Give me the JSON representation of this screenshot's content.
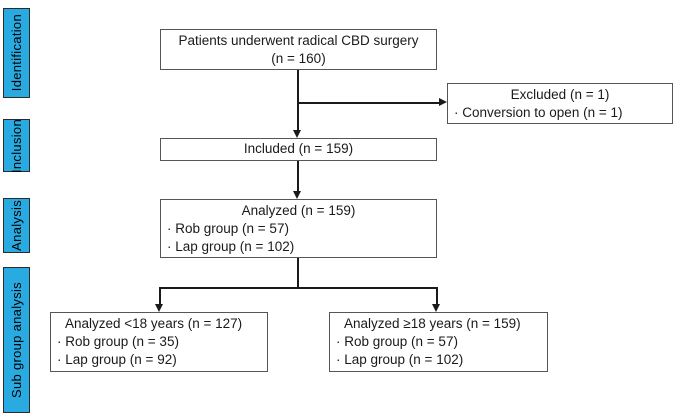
{
  "stages": [
    {
      "label": "Identification"
    },
    {
      "label": "Inclusion"
    },
    {
      "label": "Analysis"
    },
    {
      "label": "Sub group analysis"
    }
  ],
  "boxes": {
    "surgery": {
      "line1": "Patients underwent radical CBD surgery",
      "line2": "(n = 160)"
    },
    "excluded": {
      "title": "Excluded (n = 1)",
      "items": [
        "· Conversion to open (n = 1)"
      ]
    },
    "included": {
      "title": "Included (n = 159)"
    },
    "analyzed": {
      "title": "Analyzed (n = 159)",
      "items": [
        "· Rob group (n = 57)",
        "· Lap group (n = 102)"
      ]
    },
    "under18": {
      "title": "Analyzed <18 years (n = 127)",
      "items": [
        "· Rob group (n = 35)",
        "· Lap group (n = 92)"
      ]
    },
    "over18": {
      "title": "Analyzed ≥18 years (n = 159)",
      "items": [
        "· Rob group (n = 57)",
        "· Lap group (n = 102)"
      ]
    }
  },
  "colors": {
    "stage_fill": "#29abe2",
    "stage_border": "#2b2b2b",
    "box_border": "#555555",
    "connector": "#1a1a1a",
    "text": "#1a1a1a",
    "background": "#ffffff"
  }
}
